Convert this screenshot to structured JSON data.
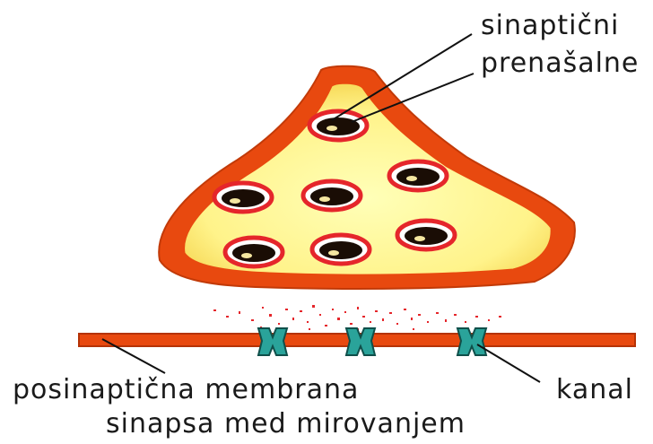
{
  "labels": {
    "vesicles_line1": "sinaptični",
    "vesicles_line2": "prenašalne",
    "membrane": "posinaptična membrana",
    "channel": "kanal",
    "caption": "sinapsa med mirovanjem"
  },
  "colors": {
    "terminal_outer": "#e8490f",
    "terminal_inner": "#ffffaa",
    "vesicle_ring": "#e5262b",
    "vesicle_core": "#1a0d05",
    "membrane": "#e8490f",
    "channel": "#2aa39a",
    "neurotransmitter": "#e5262b"
  }
}
